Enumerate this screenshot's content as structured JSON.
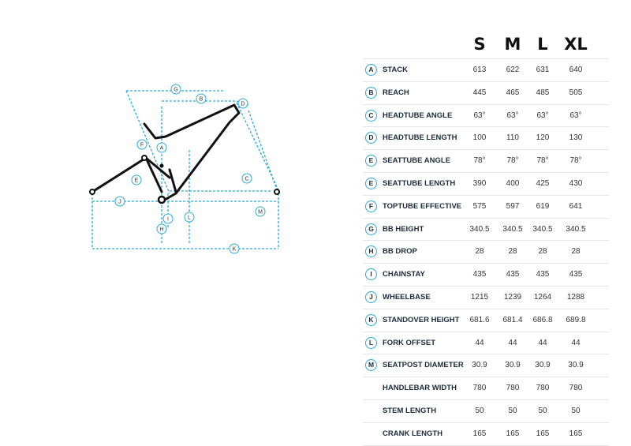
{
  "sizes": [
    "S",
    "M",
    "L",
    "XL"
  ],
  "diagram_labels": [
    "A",
    "B",
    "C",
    "D",
    "E",
    "F",
    "G",
    "H",
    "I",
    "J",
    "K",
    "L",
    "M"
  ],
  "colors": {
    "accent": "#29a9d9",
    "frame": "#111111",
    "text": "#1d2b3a"
  },
  "rows": [
    {
      "badge": "A",
      "label": "STACK",
      "values": [
        "613",
        "622",
        "631",
        "640"
      ]
    },
    {
      "badge": "B",
      "label": "REACH",
      "values": [
        "445",
        "465",
        "485",
        "505"
      ]
    },
    {
      "badge": "C",
      "label": "HEADTUBE ANGLE",
      "values": [
        "63°",
        "63°",
        "63°",
        "63°"
      ]
    },
    {
      "badge": "D",
      "label": "HEADTUBE LENGTH",
      "values": [
        "100",
        "110",
        "120",
        "130"
      ]
    },
    {
      "badge": "E",
      "label": "SEATTUBE ANGLE",
      "values": [
        "78°",
        "78°",
        "78°",
        "78°"
      ]
    },
    {
      "badge": "E",
      "label": "SEATTUBE LENGTH",
      "values": [
        "390",
        "400",
        "425",
        "430"
      ]
    },
    {
      "badge": "F",
      "label": "TOPTUBE EFFECTIVE",
      "values": [
        "575",
        "597",
        "619",
        "641"
      ]
    },
    {
      "badge": "G",
      "label": "BB HEIGHT",
      "values": [
        "340.5",
        "340.5",
        "340.5",
        "340.5"
      ]
    },
    {
      "badge": "H",
      "label": "BB DROP",
      "values": [
        "28",
        "28",
        "28",
        "28"
      ]
    },
    {
      "badge": "I",
      "label": "CHAINSTAY",
      "values": [
        "435",
        "435",
        "435",
        "435"
      ]
    },
    {
      "badge": "J",
      "label": "WHEELBASE",
      "values": [
        "1215",
        "1239",
        "1264",
        "1288"
      ]
    },
    {
      "badge": "K",
      "label": "STANDOVER HEIGHT",
      "values": [
        "681.6",
        "681.4",
        "686.8",
        "689.8"
      ]
    },
    {
      "badge": "L",
      "label": "FORK OFFSET",
      "values": [
        "44",
        "44",
        "44",
        "44"
      ]
    },
    {
      "badge": "M",
      "label": "SEATPOST DIAMETER",
      "values": [
        "30.9",
        "30.9",
        "30.9",
        "30.9"
      ]
    },
    {
      "badge": "",
      "label": "HANDLEBAR WIDTH",
      "values": [
        "780",
        "780",
        "780",
        "780"
      ]
    },
    {
      "badge": "",
      "label": "STEM LENGTH",
      "values": [
        "50",
        "50",
        "50",
        "50"
      ]
    },
    {
      "badge": "",
      "label": "CRANK LENGTH",
      "values": [
        "165",
        "165",
        "165",
        "165"
      ]
    }
  ]
}
